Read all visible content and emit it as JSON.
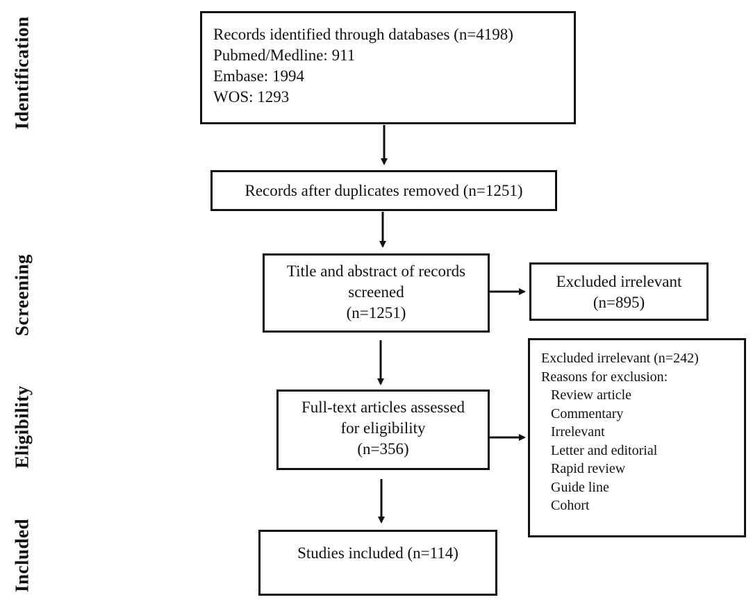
{
  "stages": {
    "identification": "Identification",
    "screening": "Screening",
    "eligibility": "Eligibility",
    "included": "Included"
  },
  "boxes": {
    "identified": {
      "title": "Records identified through databases (n=4198)",
      "lines": [
        "Pubmed/Medline: 911",
        "Embase: 1994",
        "WOS: 1293"
      ]
    },
    "duplicates_removed": {
      "text": "Records after duplicates removed  (n=1251)"
    },
    "screened": {
      "lines": [
        "Title and abstract of records",
        "screened",
        "(n=1251)"
      ]
    },
    "excluded_screening": {
      "lines": [
        "Excluded irrelevant",
        "(n=895)"
      ]
    },
    "fulltext": {
      "lines": [
        "Full-text articles assessed",
        "for eligibility",
        "(n=356)"
      ]
    },
    "excluded_fulltext": {
      "title": "Excluded irrelevant (n=242)",
      "subtitle": "Reasons for exclusion:",
      "reasons": [
        "Review article",
        "Commentary",
        "Irrelevant",
        "Letter and editorial",
        "Rapid review",
        "Guide line",
        "Cohort"
      ]
    },
    "included": {
      "text": "Studies included (n=114)"
    }
  }
}
